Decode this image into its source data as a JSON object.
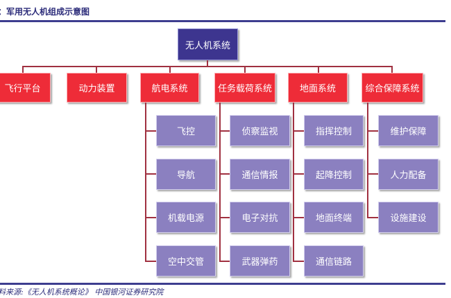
{
  "caption": "：军用无人机组成示意图",
  "root": "无人机系统",
  "categories": [
    {
      "label": "飞行平台",
      "children": []
    },
    {
      "label": "动力装置",
      "children": []
    },
    {
      "label": "航电系统",
      "children": [
        "飞控",
        "导航",
        "机载电源",
        "空中交管"
      ]
    },
    {
      "label": "任务载荷系统",
      "children": [
        "侦察监视",
        "通信情报",
        "电子对抗",
        "武器弹药"
      ]
    },
    {
      "label": "地面系统",
      "children": [
        "指挥控制",
        "起降控制",
        "地面终端",
        "通信链路"
      ]
    },
    {
      "label": "综合保障系统",
      "children": [
        "维护保障",
        "人力配备",
        "设施建设"
      ]
    }
  ],
  "source": "料来源:《无人机系统概论》 中国银河证券研究院",
  "colors": {
    "root_fill": "#3d358f",
    "category_fill": "#ee2c38",
    "child_fill": "#8b80c0",
    "connector": "#a03040",
    "rule": "#3d3d8f"
  }
}
